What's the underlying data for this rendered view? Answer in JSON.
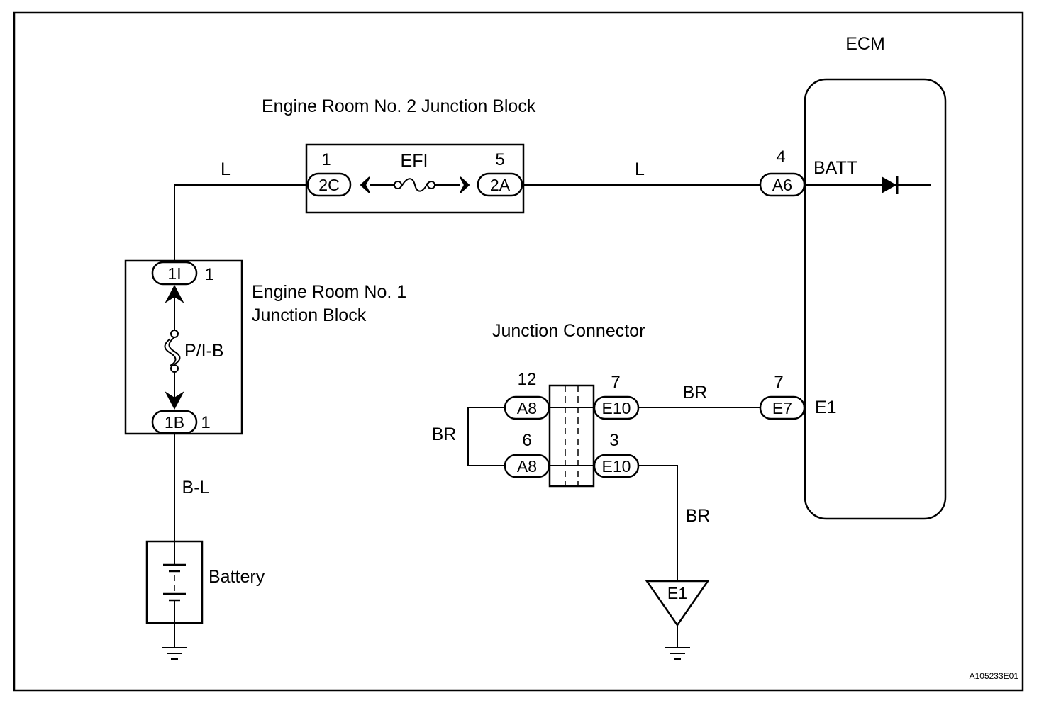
{
  "ecm": {
    "title": "ECM",
    "batt_label": "BATT",
    "e1_label": "E1",
    "pin_batt": "4",
    "conn_batt": "A6",
    "pin_e1": "7",
    "conn_e1": "E7"
  },
  "jb2": {
    "title": "Engine Room No. 2 Junction Block",
    "fuse": "EFI",
    "pin_left": "1",
    "conn_left": "2C",
    "pin_right": "5",
    "conn_right": "2A"
  },
  "jb1": {
    "title_line1": "Engine Room No. 1",
    "title_line2": "Junction Block",
    "fuse": "P/I-B",
    "conn_top": "1I",
    "pin_top": "1",
    "conn_bottom": "1B",
    "pin_bottom": "1"
  },
  "junction_connector": {
    "title": "Junction Connector",
    "pins": [
      {
        "pin": "12",
        "conn": "A8"
      },
      {
        "pin": "6",
        "conn": "A8"
      },
      {
        "pin": "7",
        "conn": "E10"
      },
      {
        "pin": "3",
        "conn": "E10"
      }
    ]
  },
  "wires": {
    "l_left": "L",
    "l_right": "L",
    "bl": "B-L",
    "br_loop": "BR",
    "br_top": "BR",
    "br_ground": "BR"
  },
  "battery": {
    "label": "Battery"
  },
  "ground": {
    "label": "E1"
  },
  "figure_code": "A105233E01"
}
